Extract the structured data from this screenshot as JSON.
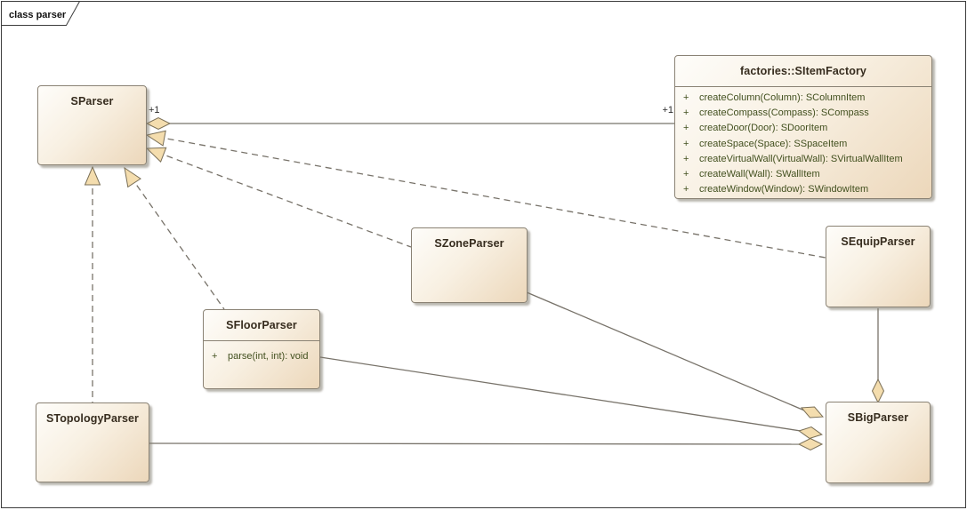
{
  "frame": {
    "label": "class parser"
  },
  "classes": [
    {
      "name": "SParser"
    },
    {
      "name": "factories::SItemFactory",
      "methods": [
        {
          "vis": "+",
          "sig": "createColumn(Column): SColumnItem"
        },
        {
          "vis": "+",
          "sig": "createCompass(Compass): SCompass"
        },
        {
          "vis": "+",
          "sig": "createDoor(Door): SDoorItem"
        },
        {
          "vis": "+",
          "sig": "createSpace(Space): SSpaceItem"
        },
        {
          "vis": "+",
          "sig": "createVirtualWall(VirtualWall): SVirtualWallItem"
        },
        {
          "vis": "+",
          "sig": "createWall(Wall): SWallItem"
        },
        {
          "vis": "+",
          "sig": "createWindow(Window): SWindowItem"
        }
      ]
    },
    {
      "name": "SZoneParser"
    },
    {
      "name": "SEquipParser"
    },
    {
      "name": "SFloorParser",
      "methods": [
        {
          "vis": "+",
          "sig": "parse(int, int): void"
        }
      ]
    },
    {
      "name": "STopologyParser"
    },
    {
      "name": "SBigParser"
    }
  ],
  "connections": [
    {
      "type": "aggregation",
      "from": "SParser",
      "to": "factories::SItemFactory",
      "from_label": "+1",
      "to_label": "+1"
    },
    {
      "type": "realization",
      "from": "SEquipParser",
      "to": "SParser"
    },
    {
      "type": "realization",
      "from": "SZoneParser",
      "to": "SParser"
    },
    {
      "type": "realization",
      "from": "SFloorParser",
      "to": "SParser"
    },
    {
      "type": "realization",
      "from": "STopologyParser",
      "to": "SParser"
    },
    {
      "type": "aggregation",
      "from": "SBigParser",
      "to": "SZoneParser"
    },
    {
      "type": "aggregation",
      "from": "SBigParser",
      "to": "SFloorParser"
    },
    {
      "type": "aggregation",
      "from": "SBigParser",
      "to": "STopologyParser"
    },
    {
      "type": "aggregation",
      "from": "SBigParser",
      "to": "SEquipParser"
    }
  ],
  "colors": {
    "box_fill_light": "#fefdfa",
    "box_fill_dark": "#ecd7ba",
    "box_border": "#8a8274",
    "connector": "#78736a",
    "arrow_fill": "#f4ddae",
    "arrow_stroke": "#7a6f57",
    "title_text": "#362c1e",
    "method_text": "#42501f"
  }
}
